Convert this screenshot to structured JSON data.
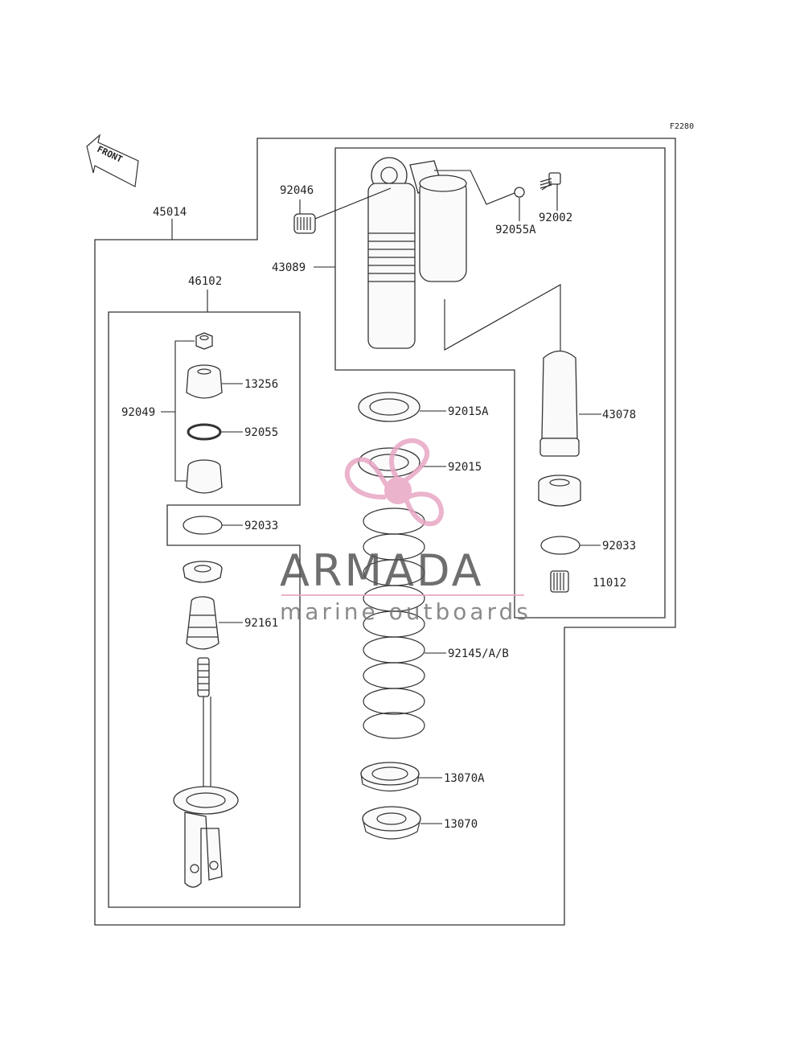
{
  "diagram": {
    "ref_code": "F2280",
    "front_label": "FRONT",
    "parts": {
      "p45014": "45014",
      "p46102": "46102",
      "p92046": "92046",
      "p43089": "43089",
      "p92002": "92002",
      "p92055A": "92055A",
      "p13256": "13256",
      "p92049": "92049",
      "p92055": "92055",
      "p92015A": "92015A",
      "p92015": "92015",
      "p43078": "43078",
      "p92033a": "92033",
      "p92033b": "92033",
      "p11012": "11012",
      "p92161": "92161",
      "p92145": "92145/A/B",
      "p13070A": "13070A",
      "p13070": "13070"
    }
  },
  "watermark": {
    "brand": "ARMADA",
    "tagline": "marine outboards",
    "color": "#e8a6c4"
  }
}
